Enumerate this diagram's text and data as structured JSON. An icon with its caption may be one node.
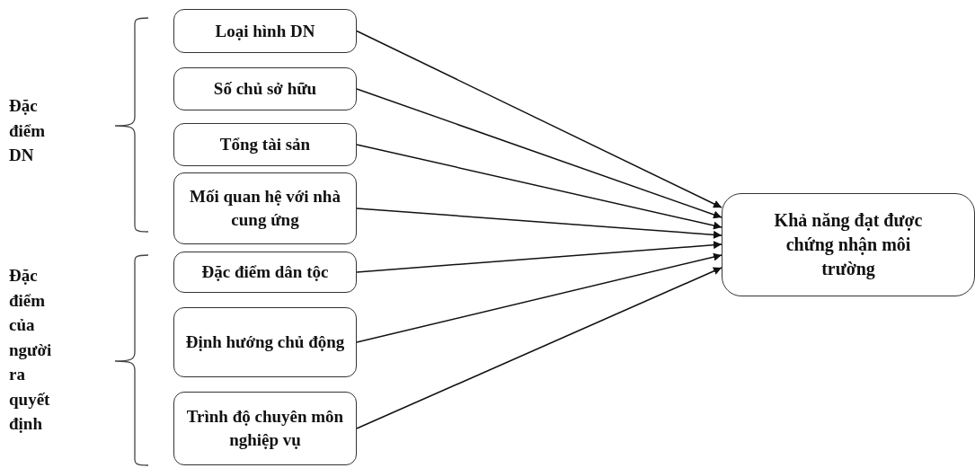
{
  "diagram": {
    "nodes": [
      {
        "text": [
          "Loại hình DN"
        ]
      },
      {
        "text": [
          "Số chủ sở hữu"
        ]
      },
      {
        "text": [
          "Tổng tài sản"
        ]
      },
      {
        "text": [
          "Mối quan hệ với nhà cung ứng"
        ]
      },
      {
        "text": [
          "Đặc điểm dân tộc"
        ]
      },
      {
        "text": [
          "Định hướng chủ động"
        ]
      },
      {
        "text": [
          "Trình độ chuyên môn nghiệp vụ"
        ]
      },
      {
        "text": [
          "Khả năng đạt được chứng nhận môi trường"
        ]
      }
    ],
    "edges": [
      {
        "from": 0,
        "to": 7,
        "arrow": "to"
      },
      {
        "from": 1,
        "to": 7,
        "arrow": "to"
      },
      {
        "from": 2,
        "to": 7,
        "arrow": "to"
      },
      {
        "from": 3,
        "to": 7,
        "arrow": "to"
      },
      {
        "from": 4,
        "to": 7,
        "arrow": "to"
      },
      {
        "from": 5,
        "to": 7,
        "arrow": "to"
      },
      {
        "from": 6,
        "to": 7,
        "arrow": "to"
      }
    ],
    "labels": [
      "Đặc điểm DN",
      "Đặc điểm của người ra quyết định"
    ]
  }
}
